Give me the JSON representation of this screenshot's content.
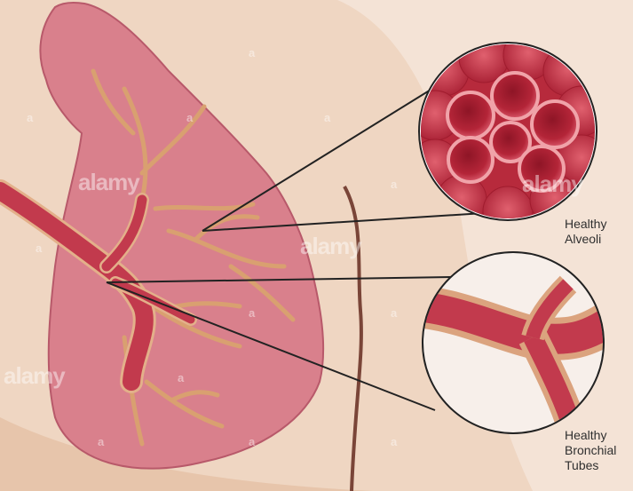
{
  "labels": {
    "alveoli": "Healthy\nAlveoli",
    "bronchial": "Healthy\nBronchial\nTubes"
  },
  "watermark": {
    "brand": "alamy",
    "mark": "a"
  },
  "colors": {
    "background": "#efd6c2",
    "skin": "#e9c7ac",
    "lung": "#d9808c",
    "bronchus": "#c23a4d",
    "bronchiole": "#d9a070",
    "alveoli": "#c0303f"
  }
}
